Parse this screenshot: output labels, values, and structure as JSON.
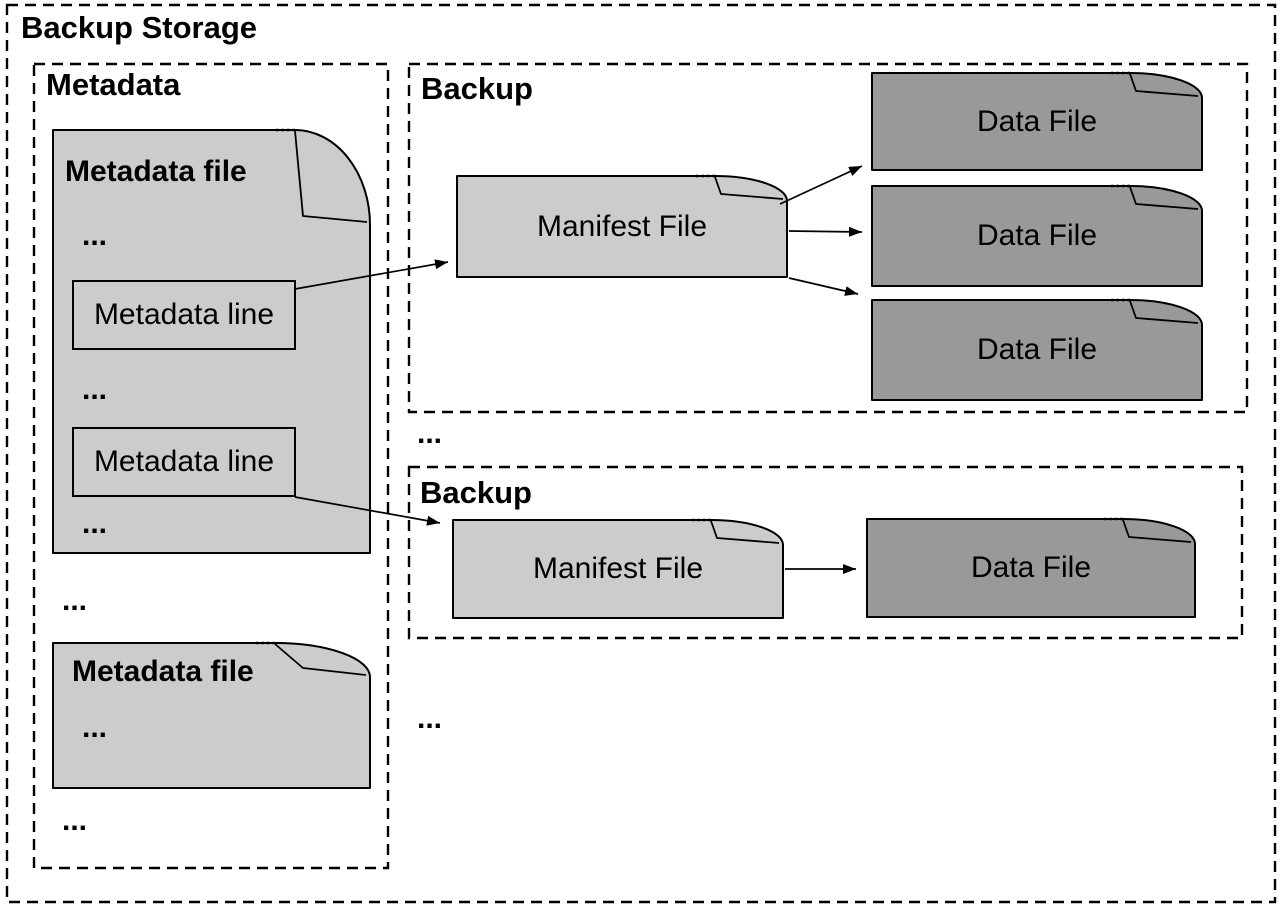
{
  "diagram": {
    "title": "Backup Storage",
    "ellipsis": "...",
    "colors": {
      "file_light": "#cccccc",
      "file_dark": "#999999",
      "stroke": "#000000",
      "background": "#ffffff"
    },
    "metadata": {
      "label": "Metadata",
      "files": [
        {
          "title": "Metadata file",
          "lines": [
            "Metadata line",
            "Metadata line"
          ]
        },
        {
          "title": "Metadata file"
        }
      ]
    },
    "backups": [
      {
        "label": "Backup",
        "manifest": "Manifest File",
        "data_files": [
          "Data File",
          "Data File",
          "Data File"
        ]
      },
      {
        "label": "Backup",
        "manifest": "Manifest File",
        "data_files": [
          "Data File"
        ]
      }
    ]
  }
}
